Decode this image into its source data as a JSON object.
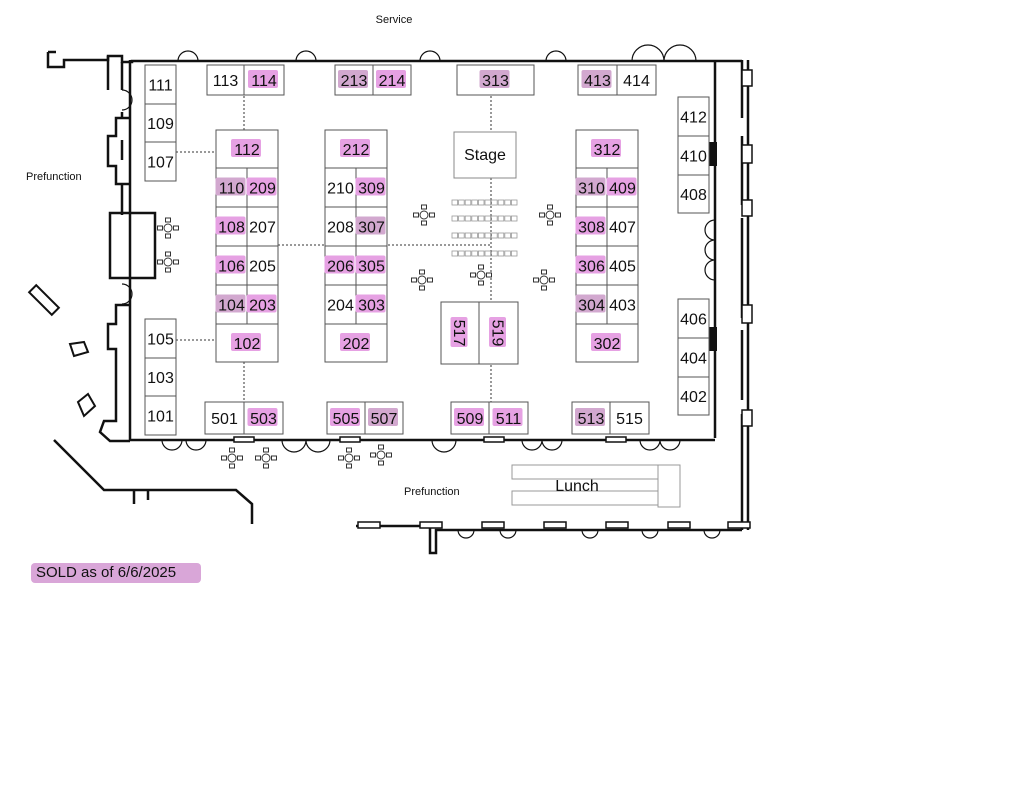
{
  "labels": {
    "service": "Service",
    "prefunction_left": "Prefunction",
    "prefunction_bottom": "Prefunction",
    "stage": "Stage",
    "lunch": "Lunch",
    "legend": "SOLD as of 6/6/2025"
  },
  "colors": {
    "sold_a": "#e6a1e3",
    "sold_b": "#d2a8cf",
    "line": "#111111",
    "booth_border": "#555555"
  },
  "booths": [
    {
      "id": "111",
      "sold": false
    },
    {
      "id": "109",
      "sold": false
    },
    {
      "id": "107",
      "sold": false
    },
    {
      "id": "105",
      "sold": false
    },
    {
      "id": "103",
      "sold": false
    },
    {
      "id": "101",
      "sold": false
    },
    {
      "id": "113",
      "sold": false
    },
    {
      "id": "114",
      "sold": true
    },
    {
      "id": "112",
      "sold": true
    },
    {
      "id": "110",
      "sold": true
    },
    {
      "id": "209",
      "sold": true
    },
    {
      "id": "108",
      "sold": true
    },
    {
      "id": "207",
      "sold": false
    },
    {
      "id": "106",
      "sold": true
    },
    {
      "id": "205",
      "sold": false
    },
    {
      "id": "104",
      "sold": true
    },
    {
      "id": "203",
      "sold": true
    },
    {
      "id": "102",
      "sold": true
    },
    {
      "id": "213",
      "sold": true
    },
    {
      "id": "214",
      "sold": true
    },
    {
      "id": "212",
      "sold": true
    },
    {
      "id": "210",
      "sold": false
    },
    {
      "id": "309",
      "sold": true
    },
    {
      "id": "208",
      "sold": false
    },
    {
      "id": "307",
      "sold": true
    },
    {
      "id": "206",
      "sold": true
    },
    {
      "id": "305",
      "sold": true
    },
    {
      "id": "204",
      "sold": false
    },
    {
      "id": "303",
      "sold": true
    },
    {
      "id": "202",
      "sold": true
    },
    {
      "id": "313",
      "sold": true
    },
    {
      "id": "517",
      "sold": true
    },
    {
      "id": "519",
      "sold": true
    },
    {
      "id": "413",
      "sold": true
    },
    {
      "id": "414",
      "sold": false
    },
    {
      "id": "312",
      "sold": true
    },
    {
      "id": "310",
      "sold": true
    },
    {
      "id": "409",
      "sold": true
    },
    {
      "id": "308",
      "sold": true
    },
    {
      "id": "407",
      "sold": false
    },
    {
      "id": "306",
      "sold": true
    },
    {
      "id": "405",
      "sold": false
    },
    {
      "id": "304",
      "sold": true
    },
    {
      "id": "403",
      "sold": false
    },
    {
      "id": "302",
      "sold": true
    },
    {
      "id": "412",
      "sold": false
    },
    {
      "id": "410",
      "sold": false
    },
    {
      "id": "408",
      "sold": false
    },
    {
      "id": "406",
      "sold": false
    },
    {
      "id": "404",
      "sold": false
    },
    {
      "id": "402",
      "sold": false
    },
    {
      "id": "501",
      "sold": false
    },
    {
      "id": "503",
      "sold": true
    },
    {
      "id": "505",
      "sold": true
    },
    {
      "id": "507",
      "sold": true
    },
    {
      "id": "509",
      "sold": true
    },
    {
      "id": "511",
      "sold": true
    },
    {
      "id": "513",
      "sold": true
    },
    {
      "id": "515",
      "sold": false
    }
  ]
}
